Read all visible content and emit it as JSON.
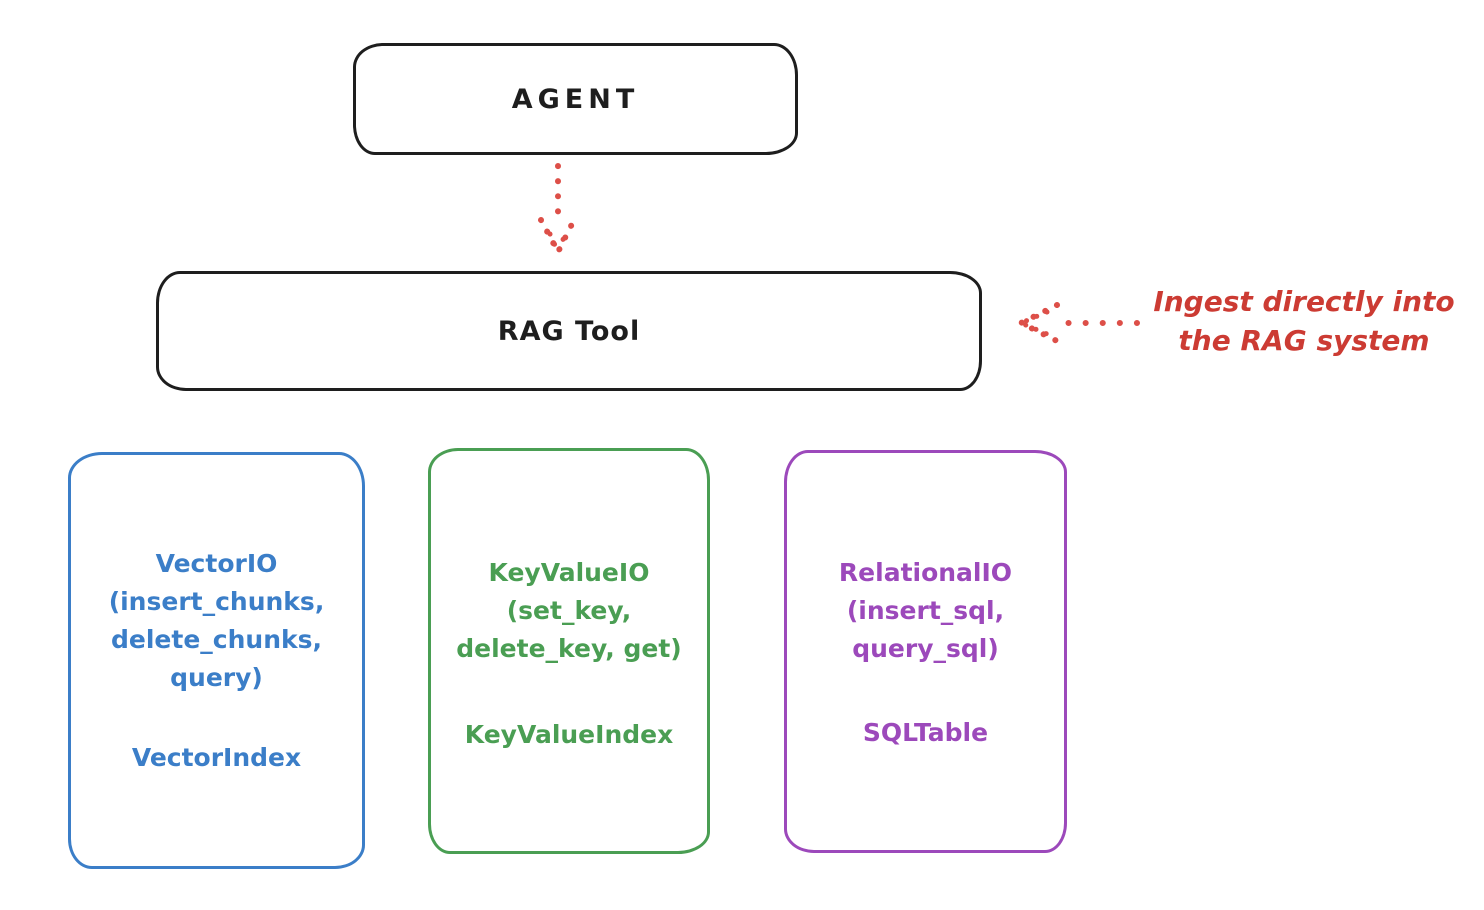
{
  "colors": {
    "ink": "#1e1e1e",
    "red_text": "#cc3b33",
    "red_arrow": "#dd4f48",
    "blue": "#3b7ec8",
    "green": "#4a9e53",
    "purple": "#9c49bb"
  },
  "agent_box": {
    "label": "AGENT"
  },
  "rag_tool_box": {
    "label": "RAG Tool"
  },
  "annotation": {
    "line1": "Ingest directly into",
    "line2": "the RAG system"
  },
  "vector_box": {
    "lines": [
      "VectorIO",
      "(insert_chunks,",
      "delete_chunks,",
      "query)"
    ],
    "index": "VectorIndex"
  },
  "keyvalue_box": {
    "lines": [
      "KeyValueIO",
      "(set_key,",
      "delete_key, get)"
    ],
    "index": "KeyValueIndex"
  },
  "relational_box": {
    "lines": [
      "RelationalIO",
      "(insert_sql,",
      "query_sql)"
    ],
    "index": "SQLTable"
  }
}
